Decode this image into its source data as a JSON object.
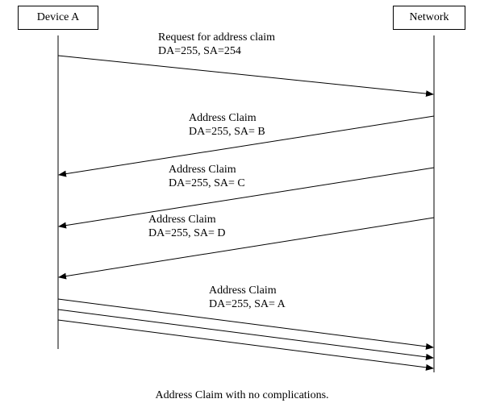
{
  "participants": {
    "device_a": "Device A",
    "network": "Network"
  },
  "messages": [
    {
      "from": "Device A",
      "to": "Network",
      "label": "Request for address claim",
      "detail": "DA=255, SA=254"
    },
    {
      "from": "Network",
      "to": "Device A",
      "label": "Address Claim",
      "detail": "DA=255, SA= B"
    },
    {
      "from": "Network",
      "to": "Device A",
      "label": "Address Claim",
      "detail": "DA=255, SA= C"
    },
    {
      "from": "Network",
      "to": "Device A",
      "label": "Address Claim",
      "detail": "DA=255, SA= D"
    },
    {
      "from": "Device A",
      "to": "Network",
      "label": "Address Claim",
      "detail": "DA=255, SA= A",
      "repeat": 3
    }
  ],
  "caption": "Address Claim with no complications."
}
